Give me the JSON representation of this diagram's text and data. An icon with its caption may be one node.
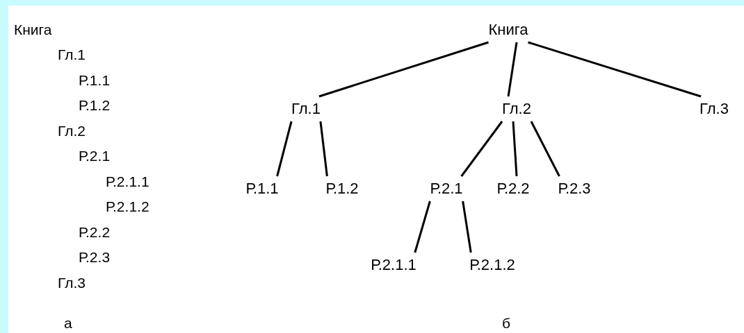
{
  "diagram": {
    "nodes": [
      {
        "text": [
          "Книга"
        ]
      },
      {
        "text": [
          "Гл.1"
        ]
      },
      {
        "text": [
          "Гл.2"
        ]
      },
      {
        "text": [
          "Гл.3"
        ]
      },
      {
        "text": [
          "Р.1.1"
        ]
      },
      {
        "text": [
          "Р.1.2"
        ]
      },
      {
        "text": [
          "Р.2.1"
        ]
      },
      {
        "text": [
          "Р.2.2"
        ]
      },
      {
        "text": [
          "Р.2.3"
        ]
      },
      {
        "text": [
          "Р.2.1.1"
        ]
      },
      {
        "text": [
          "Р.2.1.2"
        ]
      }
    ],
    "edges": [
      {
        "from": 0,
        "to": 1,
        "arrow": "none"
      },
      {
        "from": 0,
        "to": 2,
        "arrow": "none"
      },
      {
        "from": 0,
        "to": 3,
        "arrow": "none"
      },
      {
        "from": 1,
        "to": 4,
        "arrow": "none"
      },
      {
        "from": 1,
        "to": 5,
        "arrow": "none"
      },
      {
        "from": 2,
        "to": 6,
        "arrow": "none"
      },
      {
        "from": 2,
        "to": 7,
        "arrow": "none"
      },
      {
        "from": 2,
        "to": 8,
        "arrow": "none"
      },
      {
        "from": 6,
        "to": 9,
        "arrow": "none"
      },
      {
        "from": 6,
        "to": 10,
        "arrow": "none"
      }
    ],
    "labels": [
      "Книга",
      "Гл.1",
      "Р.1.1",
      "Р.1.2",
      "Гл.2",
      "Р.2.1",
      "Р.2.1.1",
      "Р.2.1.2",
      "Р.2.2",
      "Р.2.3",
      "Гл.3",
      "а",
      "б"
    ]
  }
}
